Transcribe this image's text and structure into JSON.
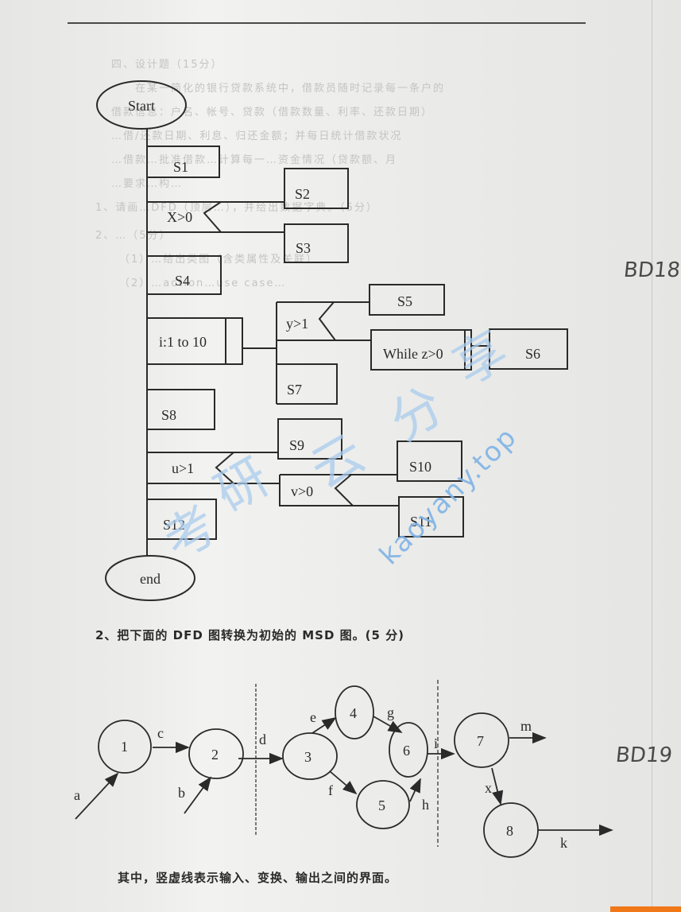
{
  "page": {
    "faded_background_lines": [
      "四、设计题（15分）",
      "在某一简化的银行贷款系统中，借款员随时记录每一条户的",
      "借款信息：户名、帐号、贷款（借款数量、利率、还款日期）",
      "…借/还款日期、利息、归还金额；并每日统计借款状况",
      "…借款…批准借款…计算每一…资金情况（贷款额、月",
      "…要求…构…",
      "1、请画…DFD（顶层…），并给出数据字典。（5分）",
      "2、…（5分）",
      "（1）…给出类图（含类属性及关联）",
      "（2）…action…use case…"
    ],
    "handwritten_marks": [
      "BD18",
      "BD19"
    ],
    "watermark_cn": [
      "考",
      "研",
      "云",
      "分",
      "享"
    ],
    "watermark_url": "kaoyany.top"
  },
  "flowchart": {
    "start_label": "Start",
    "end_label": "end",
    "boxes": {
      "s1": "S1",
      "s2": "S2",
      "s3": "S3",
      "s4": "S4",
      "s5": "S5",
      "s6": "S6",
      "s7": "S7",
      "s8": "S8",
      "s9": "S9",
      "s10": "S10",
      "s11": "S11",
      "s12": "S12"
    },
    "conditions": {
      "x": "X>0",
      "y": "y>1",
      "u": "u>1",
      "v": "v>0"
    },
    "loops": {
      "for": "i:1 to 10",
      "while": "While z>0"
    }
  },
  "question2": {
    "title": "2、把下面的 DFD 图转换为初始的 MSD 图。(5 分)",
    "footnote": "其中，竖虚线表示输入、变换、输出之间的界面。",
    "processes": [
      "1",
      "2",
      "3",
      "4",
      "5",
      "6",
      "7",
      "8"
    ],
    "flows": {
      "a": "a",
      "b": "b",
      "c": "c",
      "d": "d",
      "e": "e",
      "f": "f",
      "g": "g",
      "h": "h",
      "i": "i",
      "m": "m",
      "x": "x",
      "k": "k"
    }
  }
}
